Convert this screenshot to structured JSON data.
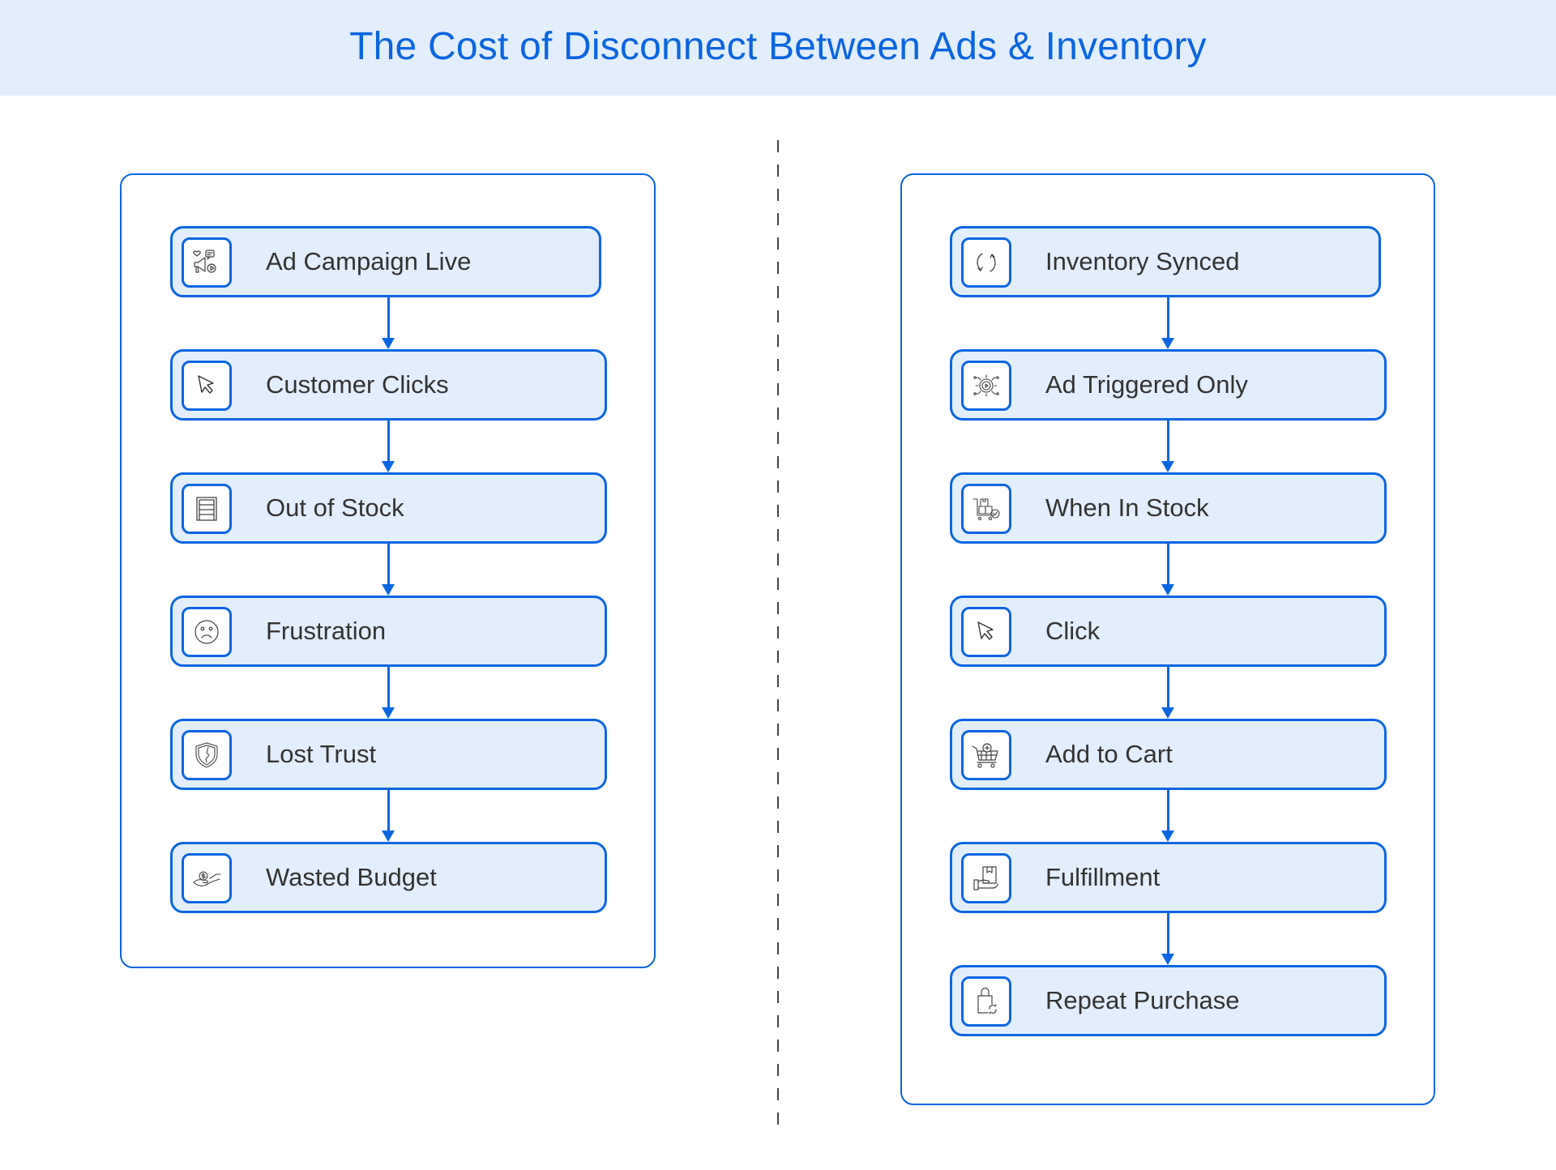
{
  "title": "The Cost of Disconnect Between Ads & Inventory",
  "colors": {
    "accent": "#0a66e0",
    "header_bg": "#e3eefc",
    "card_bg": "#e3eefc",
    "text": "#333333",
    "divider": "#444444"
  },
  "left_flow": {
    "steps": [
      {
        "label": "Ad Campaign Live",
        "icon": "megaphone-social-icon"
      },
      {
        "label": "Customer Clicks",
        "icon": "cursor-icon"
      },
      {
        "label": "Out of Stock",
        "icon": "empty-shelf-icon"
      },
      {
        "label": "Frustration",
        "icon": "sad-face-icon"
      },
      {
        "label": "Lost Trust",
        "icon": "broken-shield-icon"
      },
      {
        "label": "Wasted Budget",
        "icon": "hand-money-icon"
      }
    ]
  },
  "right_flow": {
    "steps": [
      {
        "label": "Inventory Synced",
        "icon": "sync-icon"
      },
      {
        "label": "Ad Triggered Only",
        "icon": "gear-play-icon"
      },
      {
        "label": "When In Stock",
        "icon": "cart-boxes-check-icon"
      },
      {
        "label": "Click",
        "icon": "cursor-icon"
      },
      {
        "label": "Add to Cart",
        "icon": "cart-add-icon"
      },
      {
        "label": "Fulfillment",
        "icon": "hand-package-icon"
      },
      {
        "label": "Repeat Purchase",
        "icon": "bag-refresh-icon"
      }
    ]
  }
}
